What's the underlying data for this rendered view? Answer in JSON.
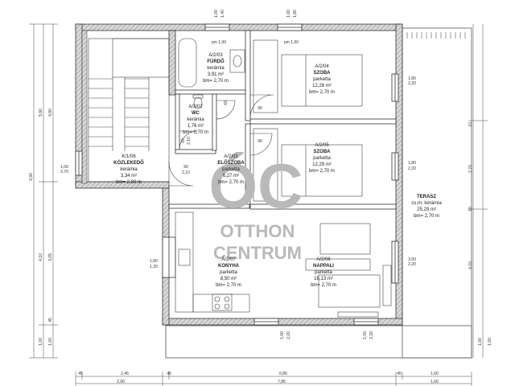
{
  "rooms": [
    {
      "id": "A/2/03",
      "name": "FÜRDŐ",
      "floor": "kerámia",
      "area": "3,91 m²",
      "height": "bm= 2,70 m"
    },
    {
      "id": "A/2/04",
      "name": "SZOBA",
      "floor": "parketta",
      "area": "12,28 m²",
      "height": "bm= 2,70 m"
    },
    {
      "id": "A/2/02",
      "name": "WC",
      "floor": "kerámia",
      "area": "1,76 m²",
      "height": "bm= 2,70 m"
    },
    {
      "id": "A/2/05",
      "name": "SZOBA",
      "floor": "parketta",
      "area": "12,29 m²",
      "height": "bm= 2,70 m"
    },
    {
      "id": "K/1/06",
      "name": "KÖZLEKEDŐ",
      "floor": "kerámia",
      "area": "3,34 m²",
      "height": "bm= 2,80 m"
    },
    {
      "id": "A/2/01",
      "name": "ELŐSZOBA",
      "floor": "parketta",
      "area": "6,27 m²",
      "height": "bm= 2,70 m"
    },
    {
      "id": "A/2/07",
      "name": "KONYHA",
      "floor": "parketta",
      "area": "8,50 m²",
      "height": "bm= 2,70 m"
    },
    {
      "id": "A/2/06",
      "name": "NAPPALI",
      "floor": "parketta",
      "area": "16,13 m²",
      "height": "bm= 2,70 m"
    }
  ],
  "terrace": {
    "name": "TERASZ",
    "floor": "cs.m. kerámia",
    "area": "25,29 m²",
    "height": "bm= 2,70 m"
  },
  "watermark": {
    "logo": "ÓC",
    "line1": "OTTHON",
    "line2": "CENTRUM"
  },
  "dimensions": {
    "top_window1": [
      "1,00",
      "1,40"
    ],
    "top_window2": [
      "1,00",
      "1,80"
    ],
    "top_sill1": "pm 1,00",
    "top_sill2": "pm 1,00",
    "right_window1": [
      "1,80",
      "2,20"
    ],
    "right_window2": [
      "1,80",
      "2,20"
    ],
    "right_window3": [
      "3,00",
      "2,20"
    ],
    "left_window1": [
      "1,00",
      "2,70"
    ],
    "left_window2": [
      "1,80",
      "1,30"
    ],
    "bottom_window1": [
      "1,00",
      "2,20"
    ],
    "bottom_window2": [
      "1,00",
      "2,20"
    ],
    "door_wc": "60",
    "door_wc2": "2,10",
    "door_bath": "60",
    "door_room1": "90",
    "door_room2": "90",
    "door_entry": "90",
    "door_entry2": "2,10",
    "bottom_row1": [
      "45",
      "2,45",
      "45",
      "6,85",
      "45",
      "1,60"
    ],
    "bottom_row2": [
      "2,90",
      "7,85",
      "1,60"
    ],
    "left_outer": "9,90",
    "left_inner": [
      "5,90",
      "4,90",
      "4,10",
      "3,65",
      "45",
      "1,00",
      "1,00"
    ],
    "right_outer": [
      "10",
      "2,70",
      "10",
      "4,10"
    ],
    "right_far": [
      "1,00",
      "1,00"
    ]
  }
}
